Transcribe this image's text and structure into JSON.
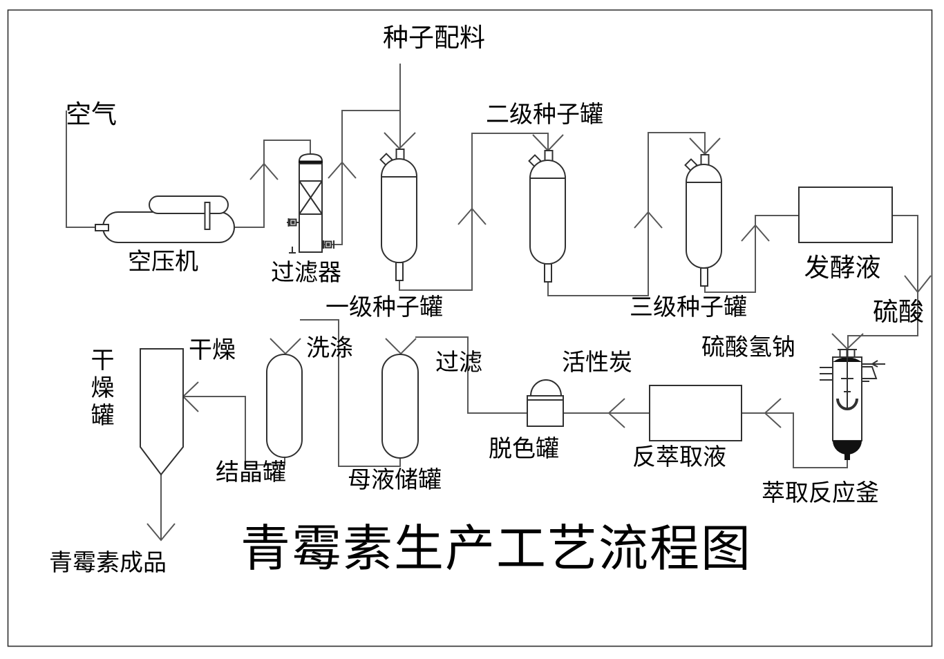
{
  "diagram": {
    "title": "青霉素生产工艺流程图",
    "labels": {
      "air": "空气",
      "compressor": "空压机",
      "filter": "过滤器",
      "seed_feed": "种子配料",
      "seed_tank_1": "一级种子罐",
      "seed_tank_2": "二级种子罐",
      "seed_tank_3": "三级种子罐",
      "fermentation_broth": "发酵液",
      "sulfuric_acid": "硫酸",
      "sodium_bisulfate": "硫酸氢钠",
      "activated_carbon": "活性炭",
      "decolor_tank": "脱色罐",
      "back_extract_liquid": "反萃取液",
      "extraction_reactor": "萃取反应釜",
      "mother_liquor_tank": "母液储罐",
      "filtration": "过滤",
      "washing": "洗涤",
      "crystallizer_tank": "结晶罐",
      "drying": "干燥",
      "drying_tank": "干燥罐",
      "final_product": "青霉素成品"
    },
    "flow_edges": [
      {
        "from": "空气",
        "to": "空压机"
      },
      {
        "from": "空压机",
        "to": "过滤器"
      },
      {
        "from": "过滤器",
        "to": "一级种子罐"
      },
      {
        "from": "种子配料",
        "to": "一级种子罐"
      },
      {
        "from": "一级种子罐",
        "to": "二级种子罐"
      },
      {
        "from": "二级种子罐",
        "to": "三级种子罐"
      },
      {
        "from": "三级种子罐",
        "to": "发酵液"
      },
      {
        "from": "发酵液",
        "to": "萃取反应釜",
        "note": "硫酸"
      },
      {
        "from": "萃取反应釜",
        "to": "反萃取液",
        "note": "硫酸氢钠"
      },
      {
        "from": "反萃取液",
        "to": "脱色罐",
        "note": "活性炭"
      },
      {
        "from": "脱色罐",
        "to": "母液储罐",
        "note": "过滤"
      },
      {
        "from": "母液储罐",
        "to": "结晶罐",
        "note": "洗涤"
      },
      {
        "from": "结晶罐",
        "to": "干燥罐",
        "note": "干燥"
      },
      {
        "from": "干燥罐",
        "to": "青霉素成品"
      }
    ],
    "colors": {
      "background": "#ffffff",
      "pipe_line": "#575757",
      "equipment_stroke": "#303030",
      "text": "#000000"
    }
  }
}
